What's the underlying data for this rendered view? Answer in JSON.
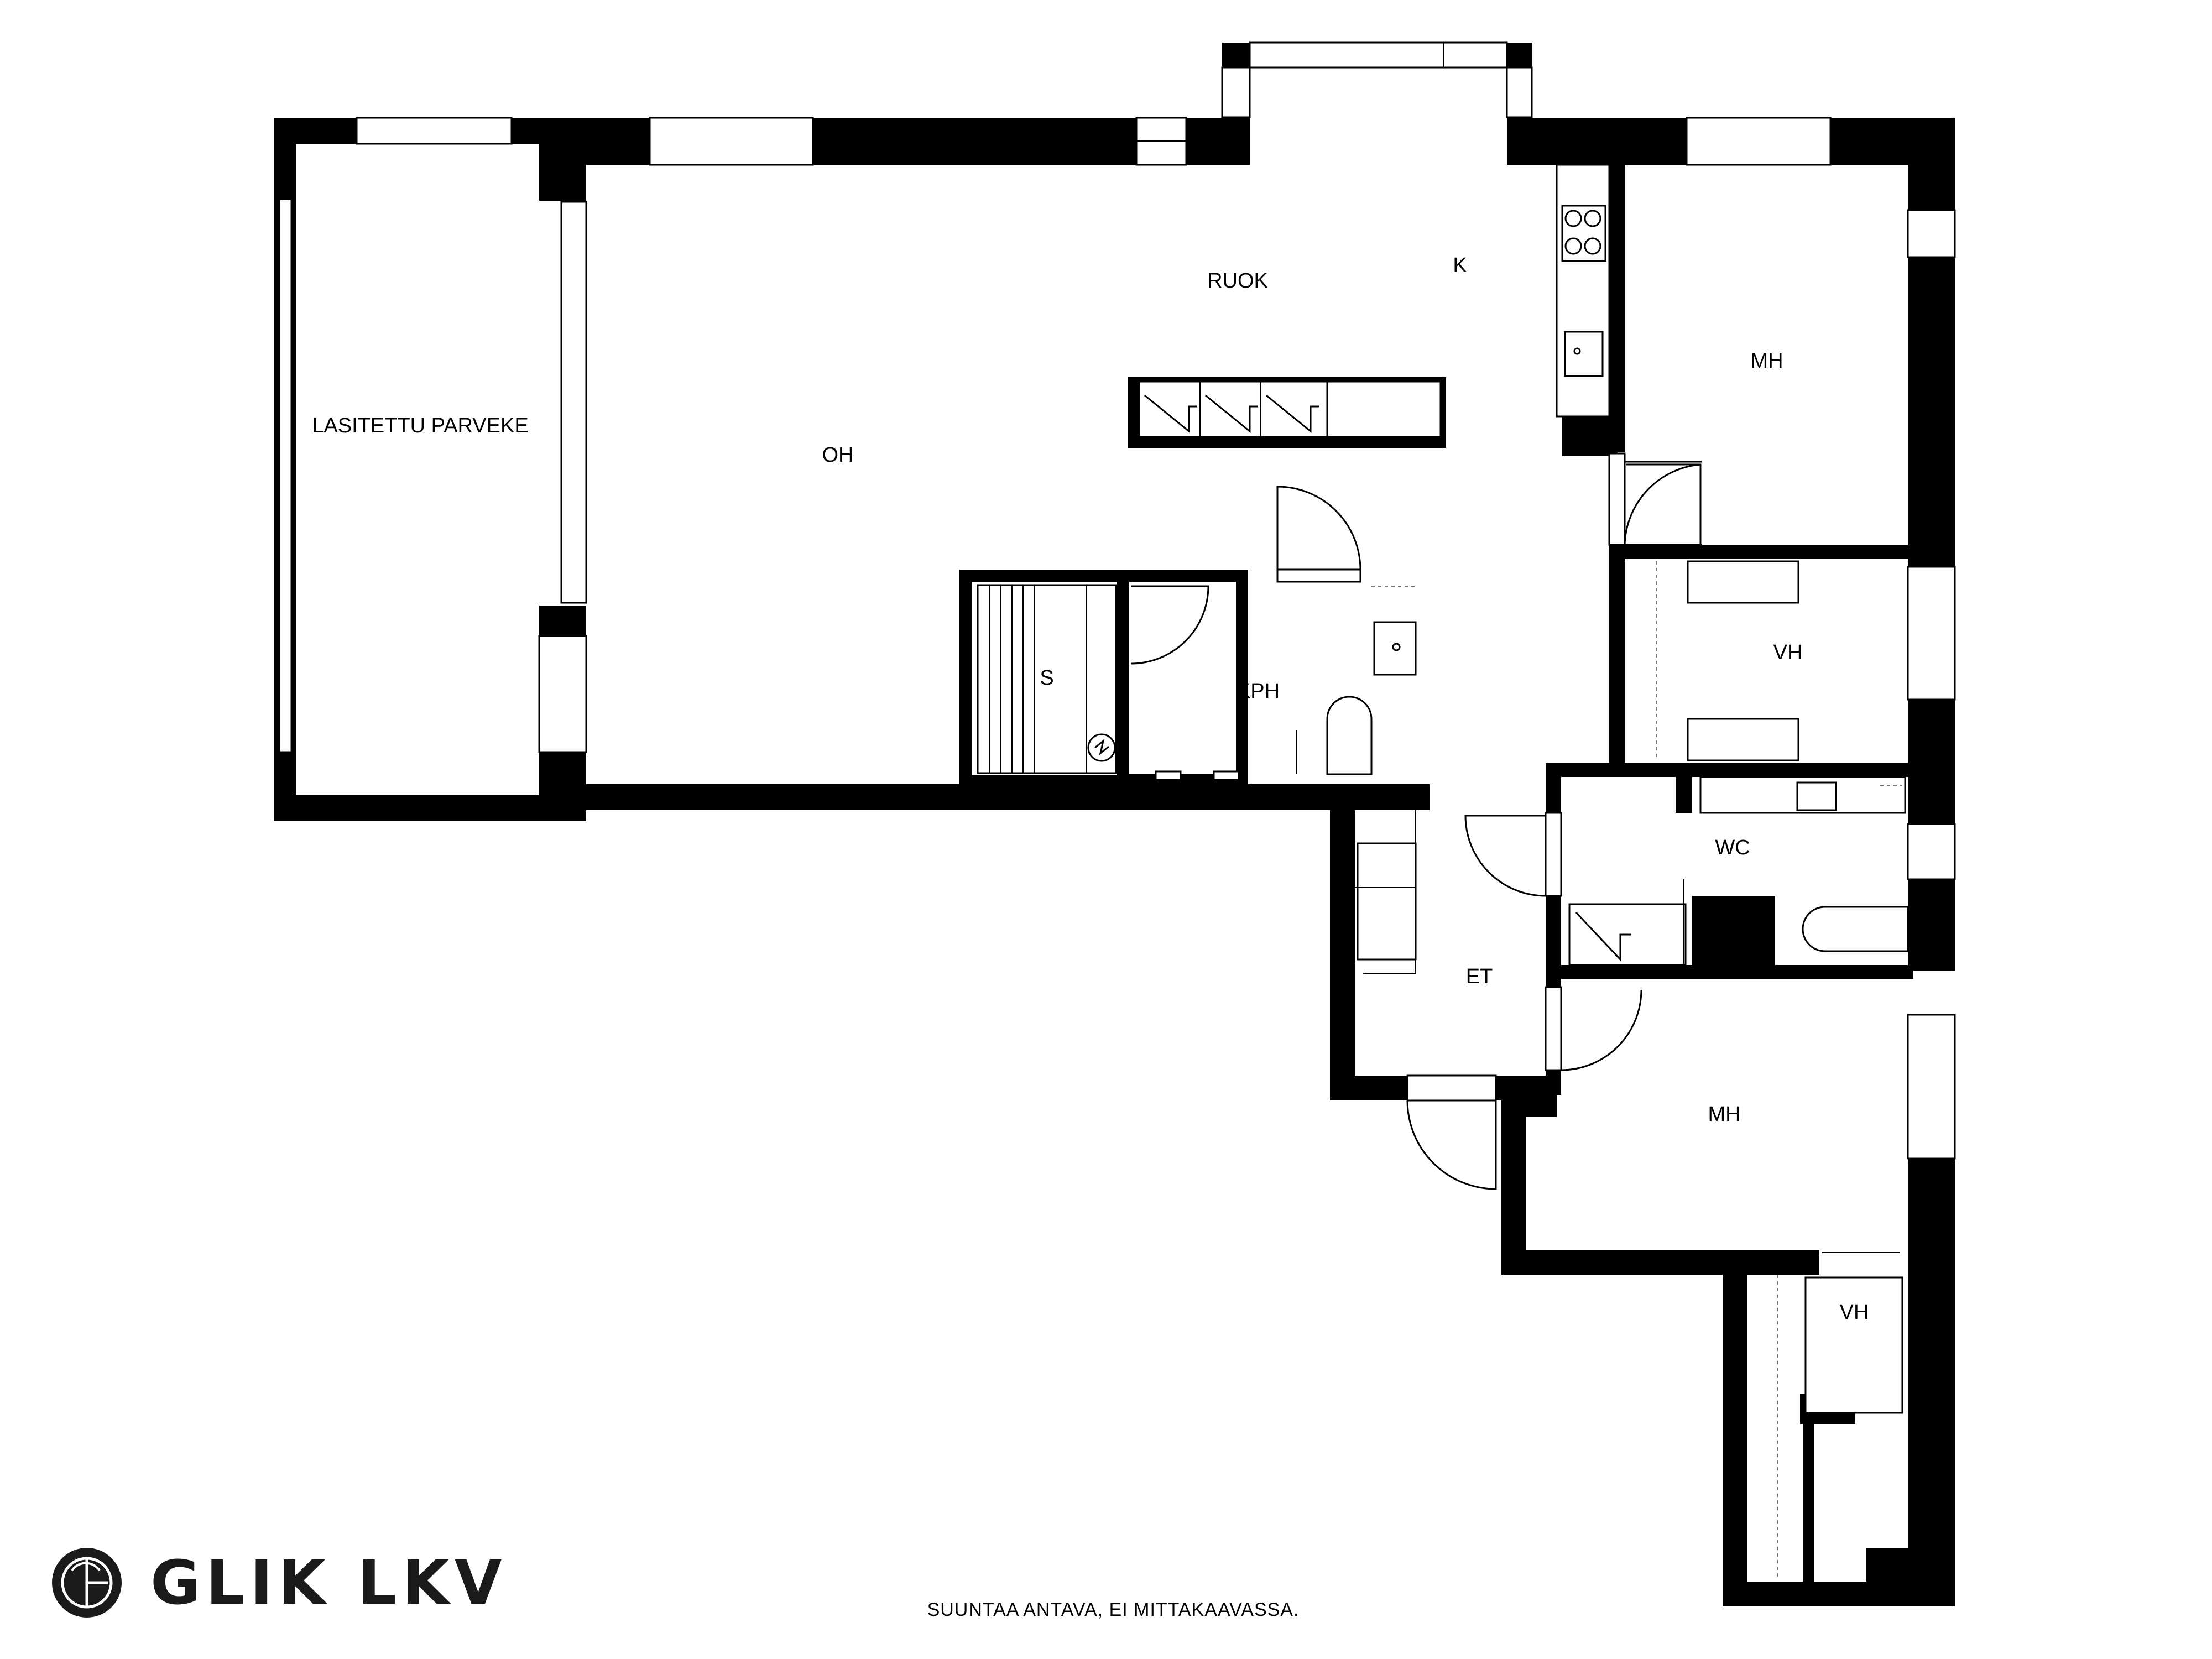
{
  "plan": {
    "rooms": {
      "balcony": "LASITETTU PARVEKE",
      "living": "OH",
      "dining": "RUOK",
      "kitchen": "K",
      "bedroom_top": "MH",
      "closet_top": "VH",
      "sauna": "S",
      "bathroom": "KPH",
      "wc": "WC",
      "hall": "ET",
      "bedroom_bottom": "MH",
      "closet_bottom": "VH"
    }
  },
  "branding": {
    "logo_text": "GLIK LKV",
    "logo_icon": "glik-monogram-icon"
  },
  "footer": {
    "disclaimer": "SUUNTAA ANTAVA, EI MITTAKAAVASSA."
  },
  "colors": {
    "wall": "#000000",
    "background": "#ffffff"
  }
}
